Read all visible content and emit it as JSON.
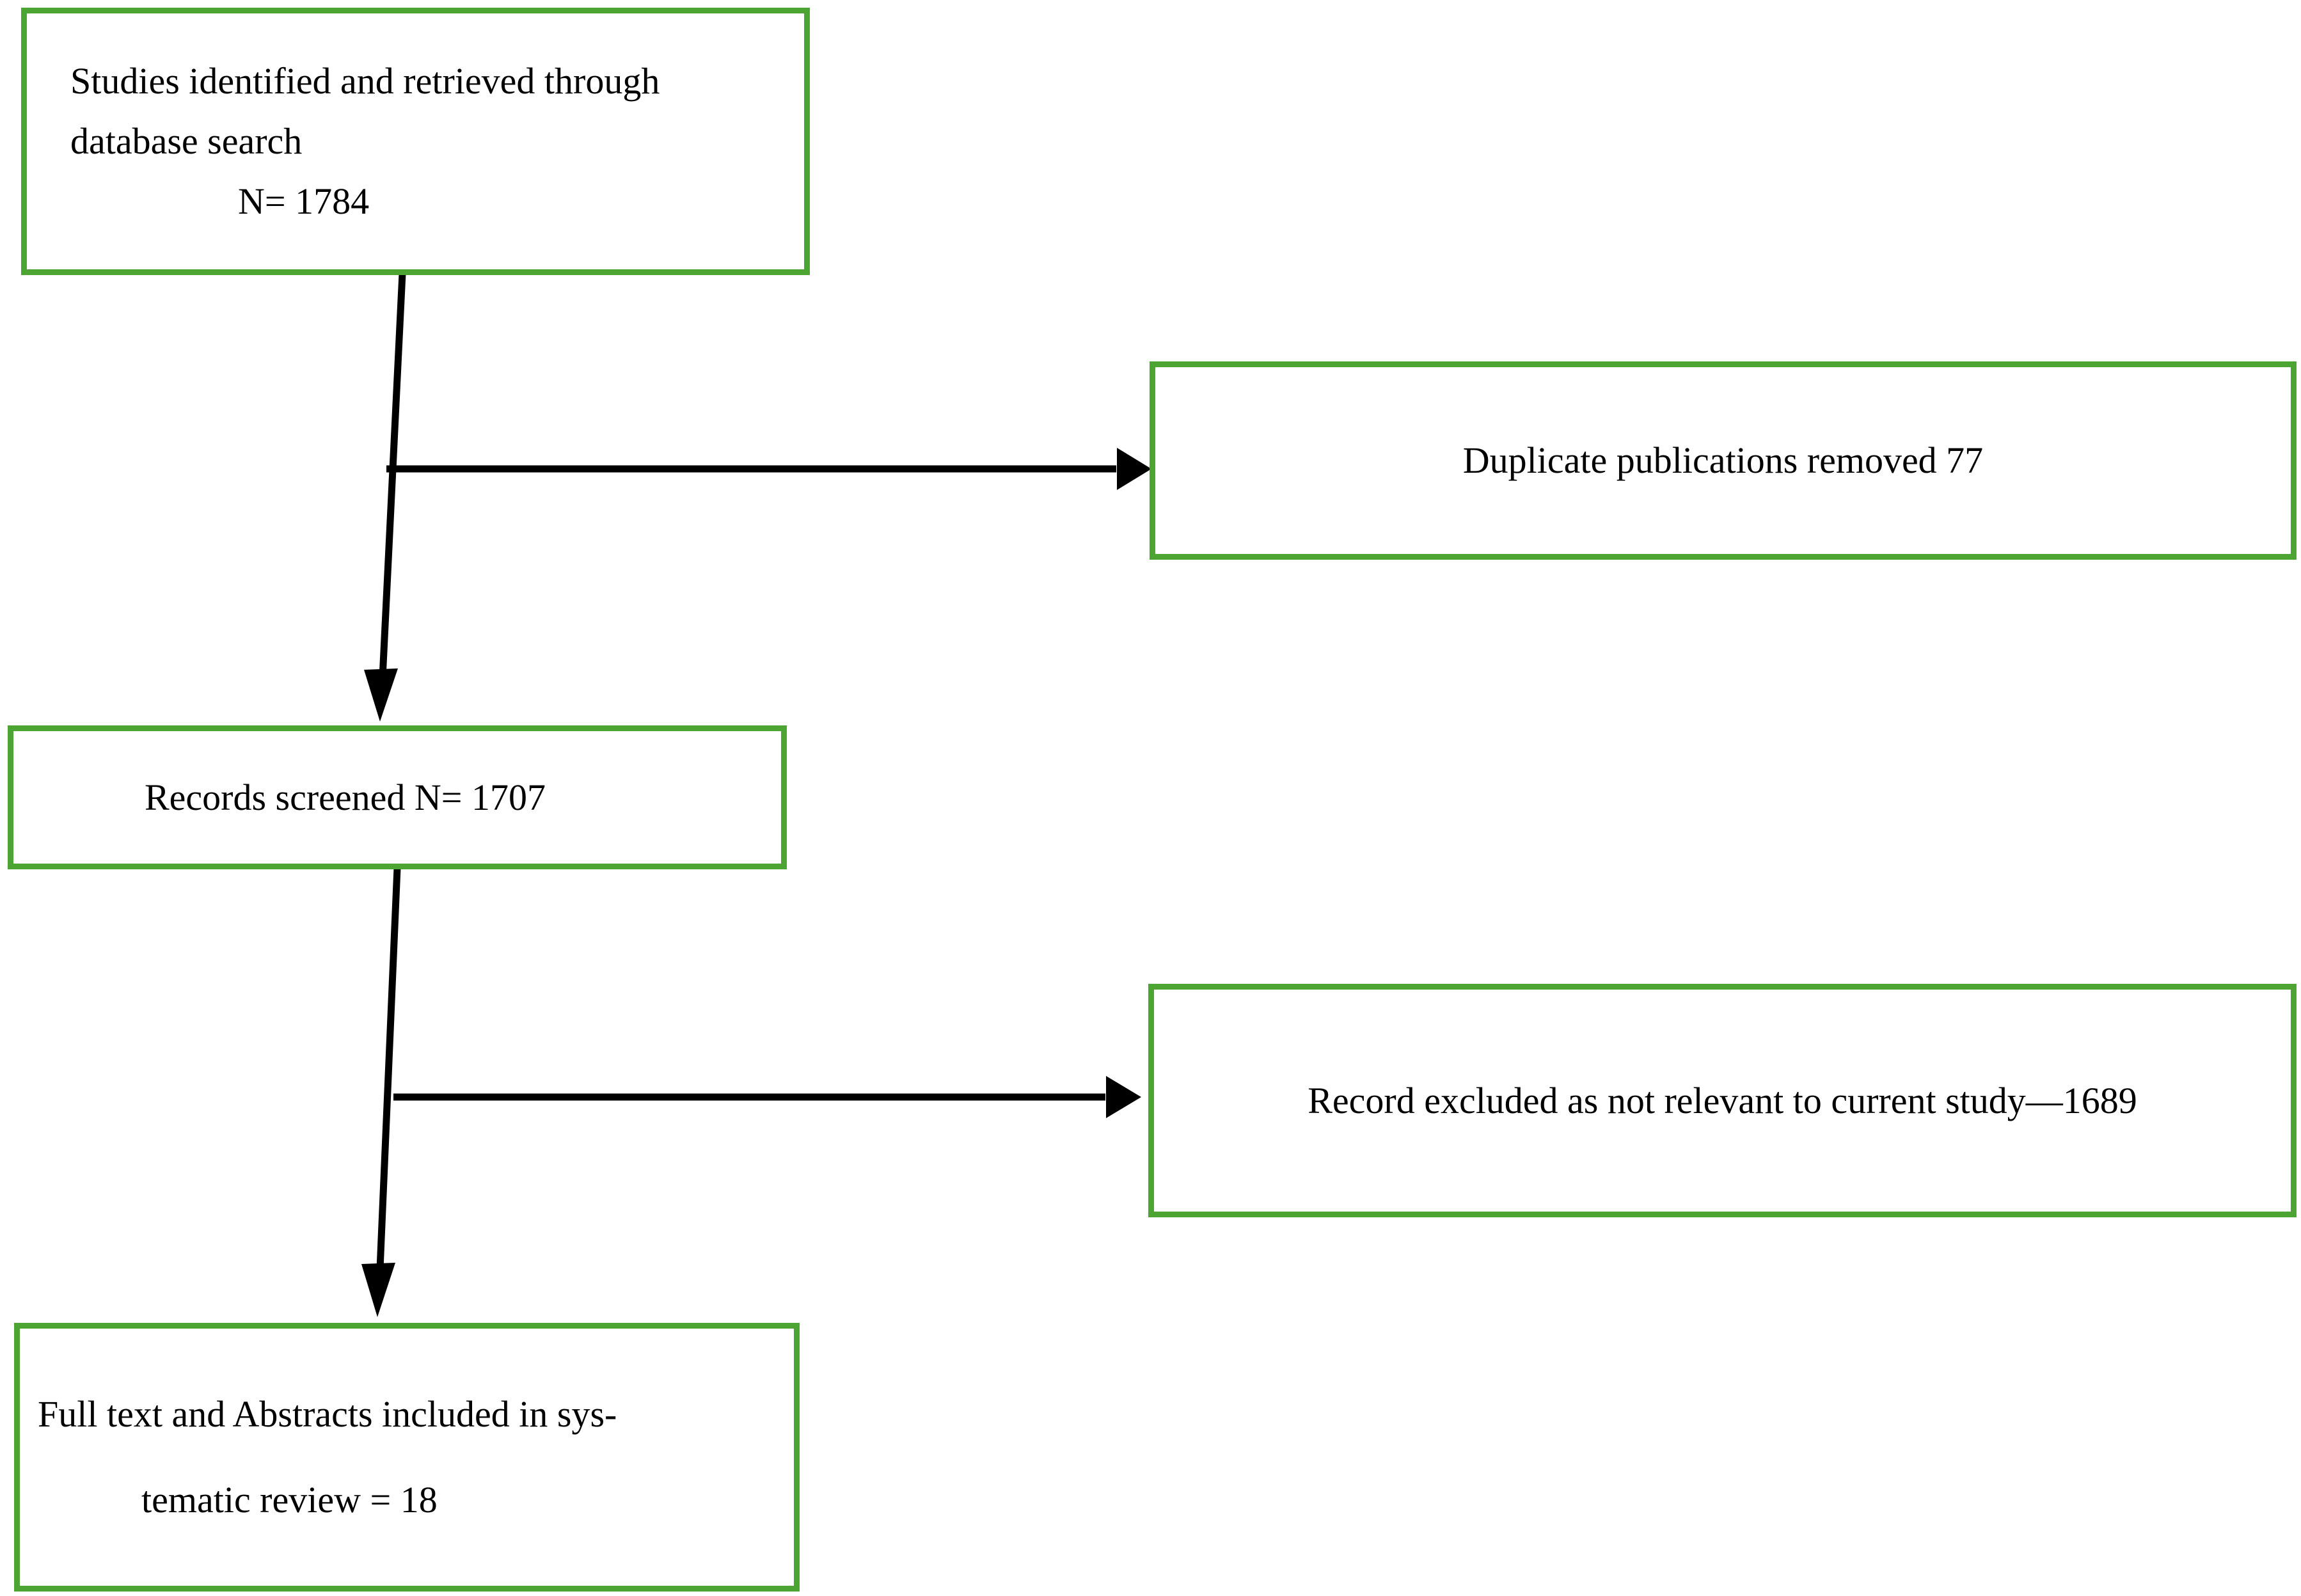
{
  "diagram": {
    "title": "PRISMA study selection flow diagram",
    "accent_color": "#4ca533",
    "line_color": "#000000",
    "background_color": "#ffffff"
  },
  "boxes": {
    "identified": {
      "line1": "Studies identified and retrieved through",
      "line2": "database search",
      "line3": "N= 1784",
      "count": 1784,
      "border_color": "#4ca533"
    },
    "duplicates": {
      "line1": "Duplicate publications removed 77",
      "count": 77,
      "border_color": "#4ca533"
    },
    "screened": {
      "line1": "Records screened N= 1707",
      "count": 1707,
      "border_color": "#4ca533"
    },
    "excluded": {
      "line1": "Record excluded as not relevant to current study—1689",
      "count": 1689,
      "border_color": "#4ca533"
    },
    "included": {
      "line1": "Full text and Abstracts included in sys-",
      "line2": "tematic review = 18",
      "count": 18,
      "border_color": "#4ca533"
    }
  },
  "connectors": [
    {
      "name": "identified-to-screened",
      "from": "identified",
      "to": "screened",
      "direction": "down",
      "arrowhead": "filled-triangle"
    },
    {
      "name": "identified-to-duplicates",
      "from": "identified",
      "to": "duplicates",
      "direction": "right",
      "arrowhead": "filled-triangle"
    },
    {
      "name": "screened-to-included",
      "from": "screened",
      "to": "included",
      "direction": "down",
      "arrowhead": "filled-triangle"
    },
    {
      "name": "screened-to-excluded",
      "from": "screened",
      "to": "excluded",
      "direction": "right",
      "arrowhead": "filled-triangle"
    }
  ]
}
